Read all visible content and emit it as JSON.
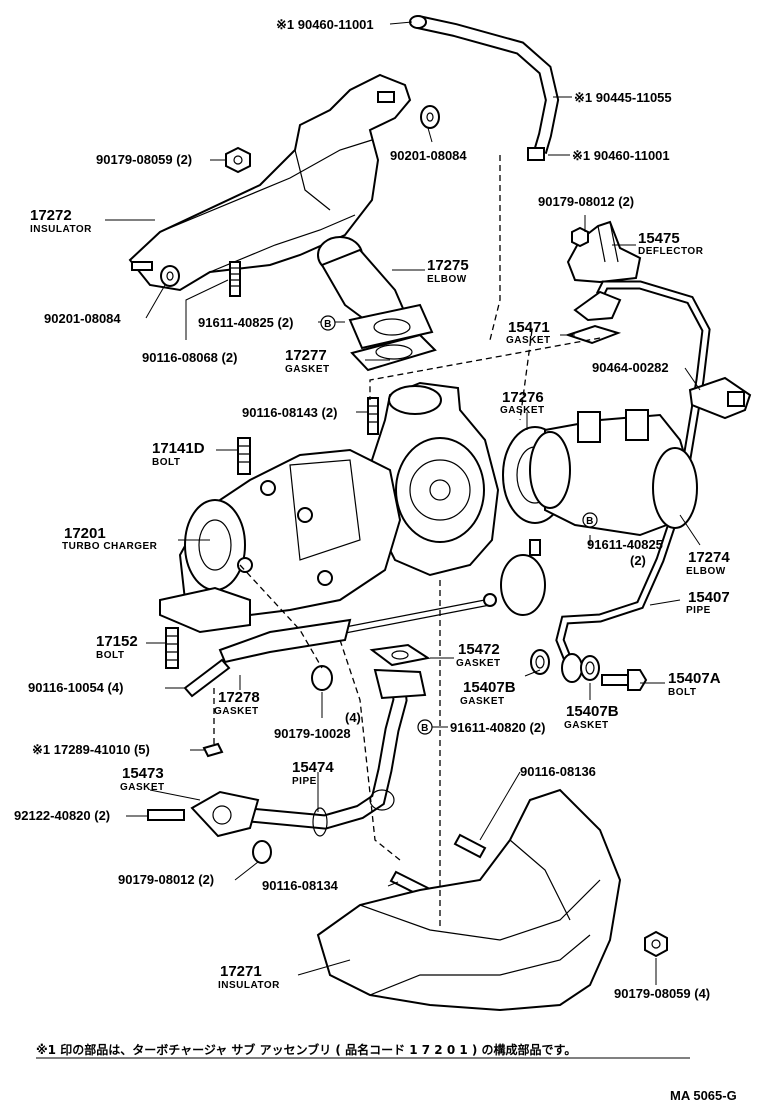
{
  "labels": {
    "p90460_top": "※1 90460-11001",
    "p90445": "※1 90445-11055",
    "p90460_mid": "※1 90460-11001",
    "p90201_top": "90201-08084",
    "p90179_08059_top": "90179-08059 (2)",
    "p17272": "17272",
    "n17272": "INSULATOR",
    "p17275": "17275",
    "n17275": "ELBOW",
    "p90201_left": "90201-08084",
    "p91611_40825_a": "91611-40825 (2)",
    "p90116_08068": "90116-08068 (2)",
    "p17277": "17277",
    "n17277": "GASKET",
    "p90179_08012_top": "90179-08012 (2)",
    "p15475": "15475",
    "n15475": "DEFLECTOR",
    "p15471": "15471",
    "n15471": "GASKET",
    "p90464": "90464-00282",
    "p90116_08143": "90116-08143 (2)",
    "p17276": "17276",
    "n17276": "GASKET",
    "p17141D": "17141D",
    "n17141D": "BOLT",
    "p17201": "17201",
    "n17201": "TURBO CHARGER",
    "p91611_40825_b": "91611-40825",
    "p91611_40825_b2": "(2)",
    "p17274": "17274",
    "n17274": "ELBOW",
    "p15407": "15407",
    "n15407": "PIPE",
    "p17152": "17152",
    "n17152": "BOLT",
    "p15472": "15472",
    "n15472": "GASKET",
    "p90116_10054": "90116-10054 (4)",
    "p17278": "17278",
    "n17278": "GASKET",
    "p15407B_a": "15407B",
    "n15407B_a": "GASKET",
    "p15407A": "15407A",
    "n15407A": "BOLT",
    "p15407B_b": "15407B",
    "n15407B_b": "GASKET",
    "p90179_10028_qty": "(4)",
    "p90179_10028": "90179-10028",
    "p91611_40820": "91611-40820 (2)",
    "p17289": "※1 17289-41010 (5)",
    "p15474": "15474",
    "n15474": "PIPE",
    "p15473": "15473",
    "n15473": "GASKET",
    "p90116_08136": "90116-08136",
    "p92122": "92122-40820 (2)",
    "p90179_08012_bot": "90179-08012 (2)",
    "p90116_08134": "90116-08134",
    "p17271": "17271",
    "n17271": "INSULATOR",
    "p90179_08059_bot": "90179-08059 (4)"
  },
  "markers": {
    "b_symbol": "B"
  },
  "footnote": "※1 印の部品は、ターボチャージャ サブ アッセンブリ ( 品名コード 1 7 2 0 1 ) の構成部品です。",
  "doc_code": "MA 5065-G"
}
